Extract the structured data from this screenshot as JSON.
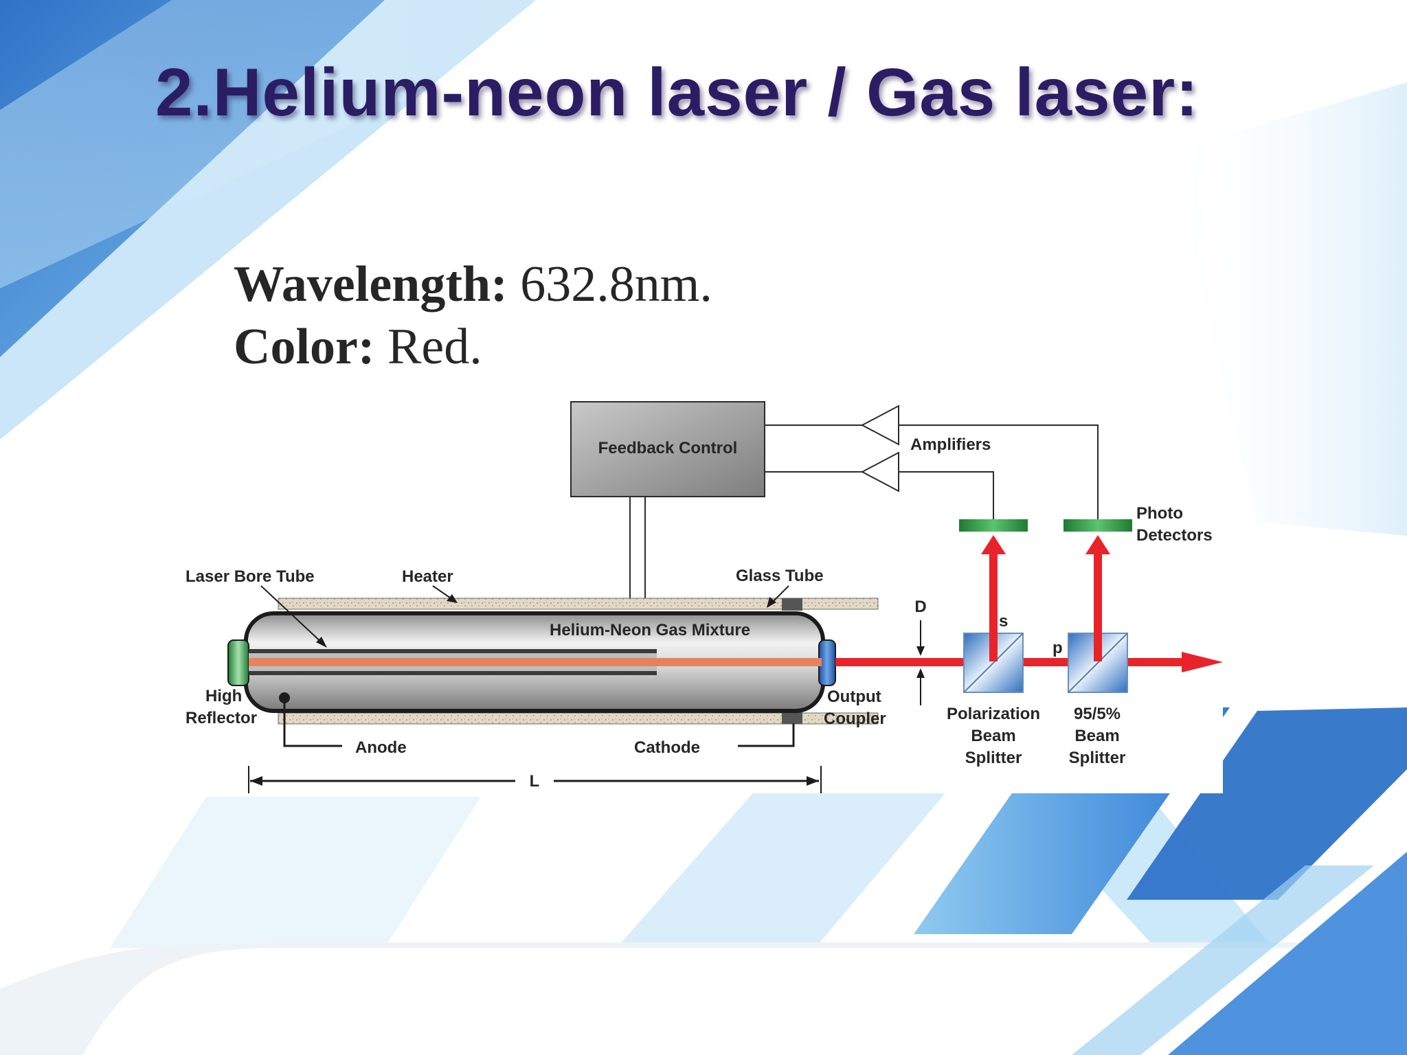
{
  "slide": {
    "title": "2.Helium-neon laser / Gas laser:",
    "wavelength_label": "Wavelength:",
    "wavelength_value": "632.8nm.",
    "color_label": "Color:",
    "color_value": "Red."
  },
  "diagram": {
    "labels": {
      "feedback_control": "Feedback Control",
      "amplifiers": "Amplifiers",
      "photo": "Photo",
      "detectors": "Detectors",
      "laser_bore_tube": "Laser Bore Tube",
      "heater": "Heater",
      "glass_tube": "Glass Tube",
      "gas_mixture": "Helium-Neon Gas Mixture",
      "high": "High",
      "reflector": "Reflector",
      "output": "Output",
      "coupler": "Coupler",
      "anode": "Anode",
      "cathode": "Cathode",
      "length": "L",
      "diameter": "D",
      "s_polarization": "s",
      "p_polarization": "p",
      "polarization": "Polarization",
      "beam_1": "Beam",
      "splitter_1": "Splitter",
      "ratio": "95/5%",
      "beam_2": "Beam",
      "splitter_2": "Splitter"
    }
  },
  "colors": {
    "title": "#2b1d64",
    "laser_beam": "#e8232a",
    "laser_core": "#e8825e",
    "detector_green": "#2a9a45",
    "background_blue": "#3a86d8"
  }
}
